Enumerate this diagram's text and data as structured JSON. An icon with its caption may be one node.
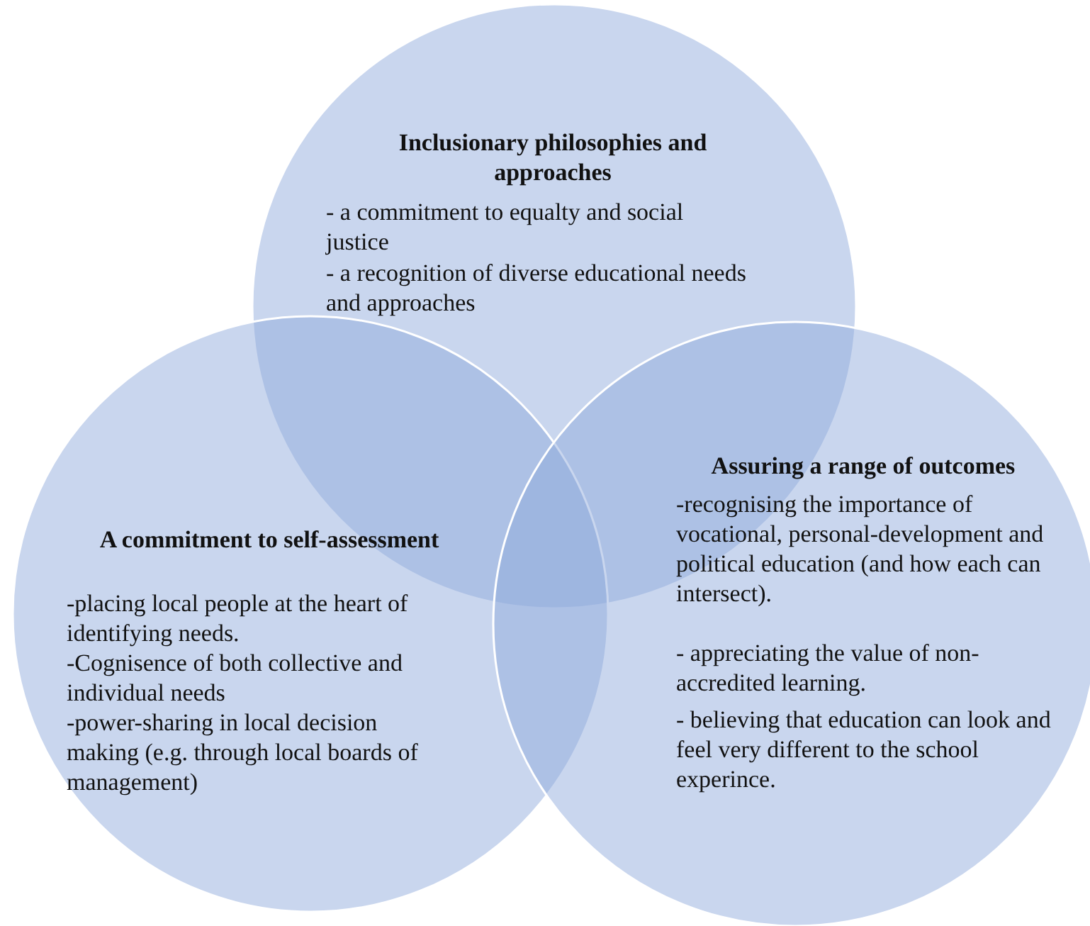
{
  "diagram": {
    "nodes": [
      {
        "text": [
          "Inclusionary philosophies and approaches",
          "- a commitment to equalty and social justice",
          "- a recognition of diverse educational needs and approaches"
        ]
      },
      {
        "text": [
          "A commitment to self-assessment",
          "-placing local people at the heart of identifying needs.",
          "-Cognisence of both collective and individual needs",
          "-power-sharing in local decision making (e.g. through local boards of management)"
        ]
      },
      {
        "text": [
          "Assuring a range of outcomes",
          "-recognising the importance of vocational, personal-development and political education (and how each can intersect).",
          "- appreciating the value of non-accredited learning.",
          "- believing that education can look and feel very different to the school experince."
        ]
      }
    ]
  }
}
